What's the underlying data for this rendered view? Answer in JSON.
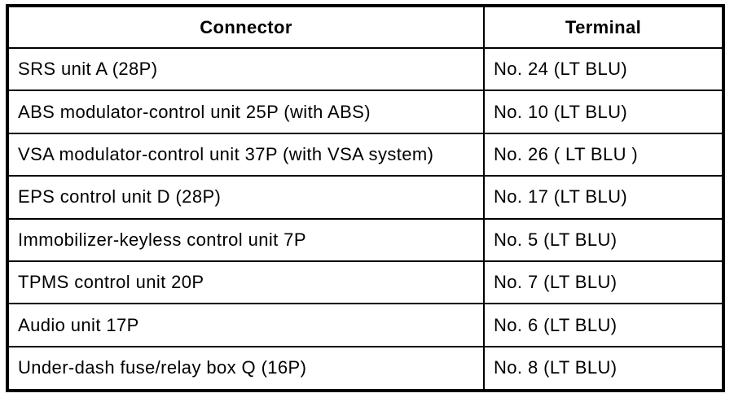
{
  "table": {
    "headers": [
      "Connector",
      "Terminal"
    ],
    "rows": [
      [
        "SRS unit A (28P)",
        "No. 24 (LT BLU)"
      ],
      [
        "ABS modulator-control unit 25P (with ABS)",
        "No. 10 (LT BLU)"
      ],
      [
        "VSA modulator-control unit 37P (with VSA system)",
        "No. 26 ( LT BLU )"
      ],
      [
        "EPS control unit D (28P)",
        "No. 17 (LT BLU)"
      ],
      [
        "Immobilizer-keyless control unit 7P",
        "No. 5 (LT BLU)"
      ],
      [
        "TPMS control unit 20P",
        "No. 7 (LT BLU)"
      ],
      [
        "Audio unit 17P",
        "No. 6 (LT BLU)"
      ],
      [
        "Under-dash fuse/relay box Q (16P)",
        "No. 8 (LT BLU)"
      ]
    ],
    "colors": {
      "border": "#000000",
      "text": "#000000",
      "background": "#ffffff"
    }
  }
}
